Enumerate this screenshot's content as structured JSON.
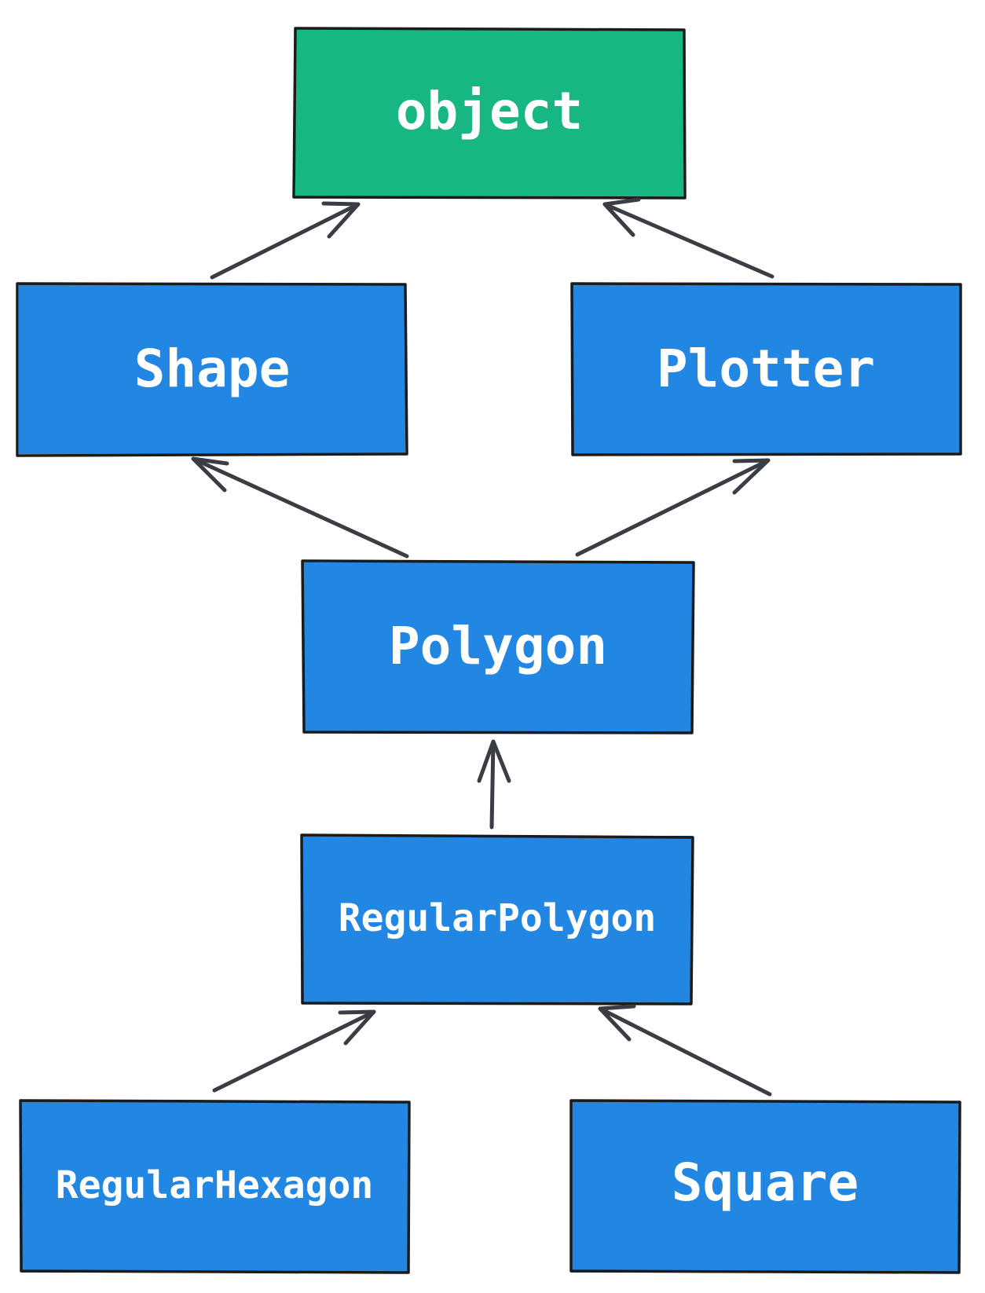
{
  "colors": {
    "root_fill": "#17b784",
    "class_fill": "#2286e3",
    "label_text": "#ffffff",
    "outline": "#1b1b1b",
    "arrow": "#3a3d44",
    "background": "#ffffff"
  },
  "nodes": {
    "object": {
      "label": "object"
    },
    "shape": {
      "label": "Shape"
    },
    "plotter": {
      "label": "Plotter"
    },
    "polygon": {
      "label": "Polygon"
    },
    "regular_polygon": {
      "label": "RegularPolygon"
    },
    "regular_hexagon": {
      "label": "RegularHexagon"
    },
    "square": {
      "label": "Square"
    }
  },
  "edges": [
    {
      "from": "Shape",
      "to": "object"
    },
    {
      "from": "Plotter",
      "to": "object"
    },
    {
      "from": "Polygon",
      "to": "Shape"
    },
    {
      "from": "Polygon",
      "to": "Plotter"
    },
    {
      "from": "RegularPolygon",
      "to": "Polygon"
    },
    {
      "from": "RegularHexagon",
      "to": "RegularPolygon"
    },
    {
      "from": "Square",
      "to": "RegularPolygon"
    }
  ]
}
